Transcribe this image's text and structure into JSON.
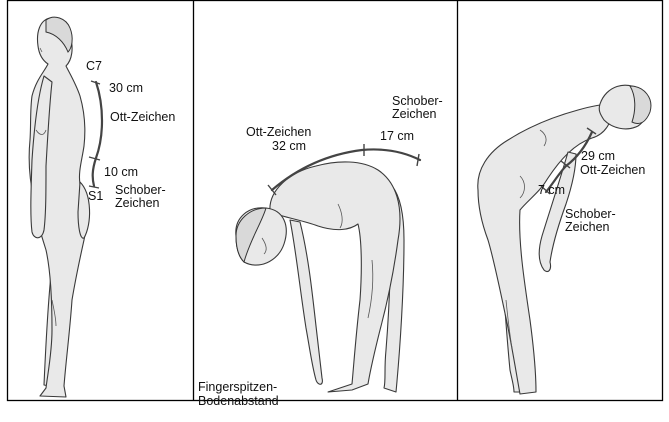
{
  "panel_left": {
    "label_c7": "C7",
    "label_30cm": "30 cm",
    "label_ott": "Ott-Zeichen",
    "label_10cm": "10 cm",
    "label_s1": "S1",
    "label_schober_1": "Schober-",
    "label_schober_2": "Zeichen"
  },
  "panel_middle": {
    "label_ott": "Ott-Zeichen",
    "label_32cm": "32 cm",
    "label_schober_1": "Schober-",
    "label_schober_2": "Zeichen",
    "label_17cm": "17 cm",
    "label_finger_1": "Fingerspitzen-",
    "label_finger_2": "Bodenabstand"
  },
  "panel_right": {
    "label_29cm": "29 cm",
    "label_ott": "Ott-Zeichen",
    "label_7cm": "7 cm",
    "label_schober_1": "Schober-",
    "label_schober_2": "Zeichen"
  },
  "colors": {
    "frame": "#000000",
    "figure_fill": "#e9e9e9",
    "outline": "#3a3a3a"
  }
}
